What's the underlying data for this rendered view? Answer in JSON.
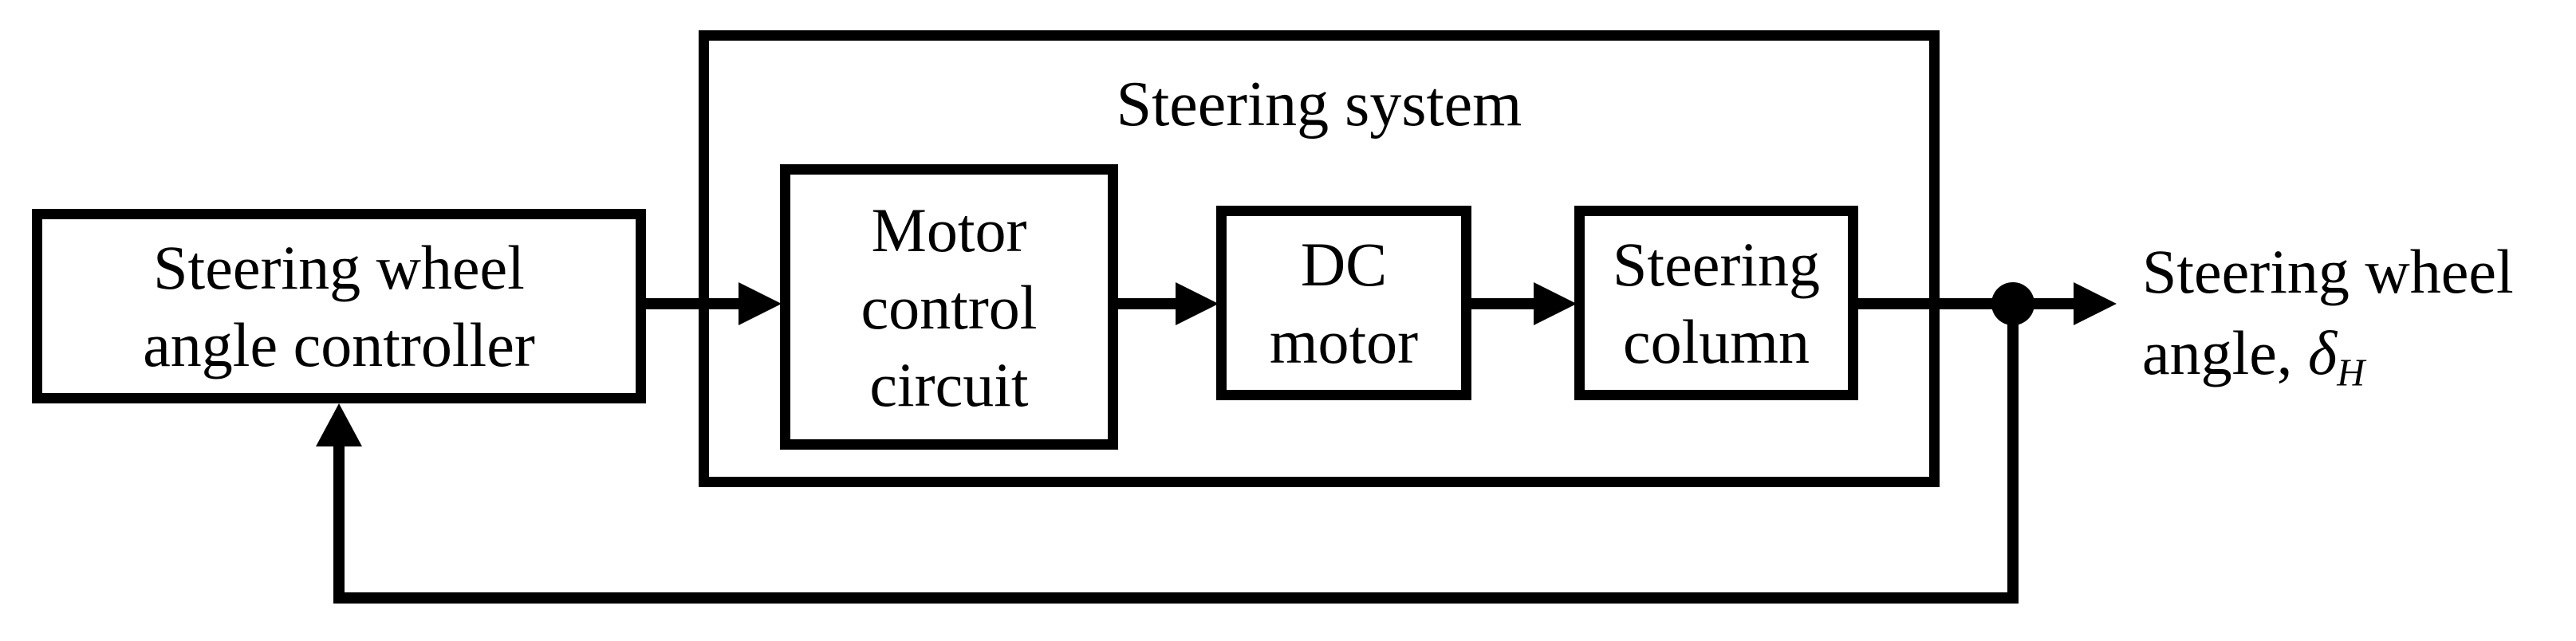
{
  "diagram": {
    "background_color": "#ffffff",
    "line_color": "#000000",
    "controller_block": {
      "label_line1": "Steering wheel",
      "label_line2": "angle controller"
    },
    "steering_system": {
      "title": "Steering system",
      "blocks": [
        {
          "id": "motor-control-circuit",
          "lines": [
            "Motor",
            "control",
            "circuit"
          ]
        },
        {
          "id": "dc-motor",
          "lines": [
            "DC",
            "motor"
          ]
        },
        {
          "id": "steering-column",
          "lines": [
            "Steering",
            "column"
          ]
        }
      ]
    },
    "output_label": {
      "line1": "Steering wheel",
      "line2_prefix": "angle, ",
      "symbol": "δ",
      "subscript": "H"
    }
  }
}
